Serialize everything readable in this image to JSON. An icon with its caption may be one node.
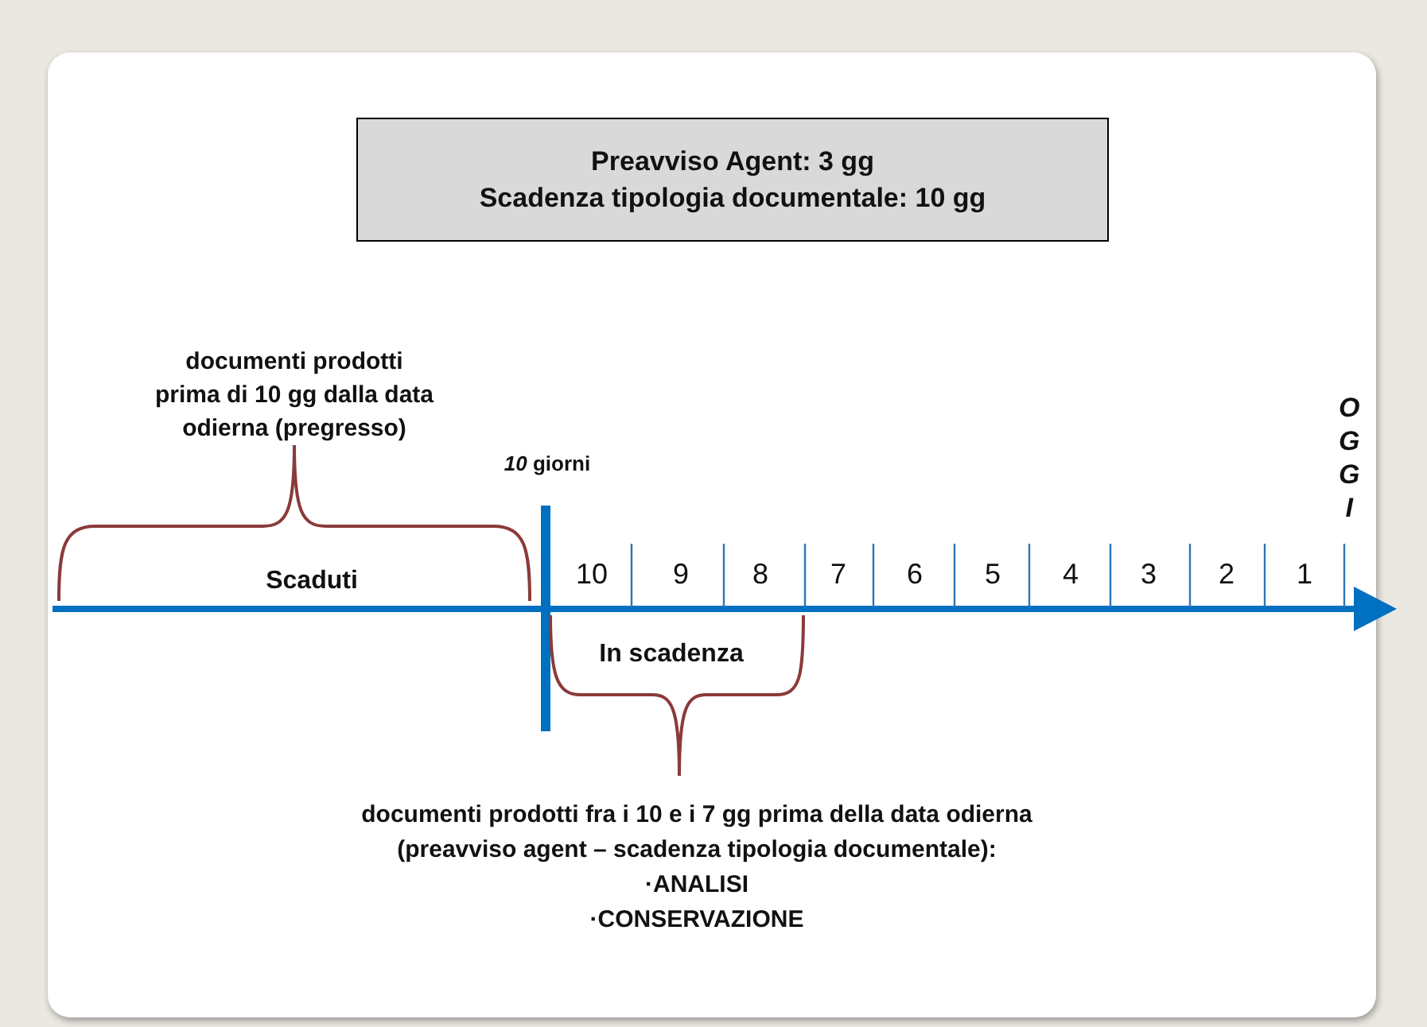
{
  "diagram": {
    "nodes": [
      {
        "text": [
          "Preavviso Agent: 3 gg",
          "Scadenza tipologia documentale: 10 gg"
        ]
      }
    ],
    "labels": [
      "documenti prodotti prima di 10 gg dalla data odierna (pregresso)",
      "*10* giorni",
      "OGGI",
      "Scaduti",
      "10",
      "9",
      "8",
      "7",
      "6",
      "5",
      "4",
      "3",
      "2",
      "1",
      "In scadenza",
      "documenti prodotti fra i 10 e i 7 gg prima della data odierna (preavviso agent – scadenza tipologia documentale):",
      "·ANALISI",
      "·CONSERVAZIONE"
    ]
  }
}
